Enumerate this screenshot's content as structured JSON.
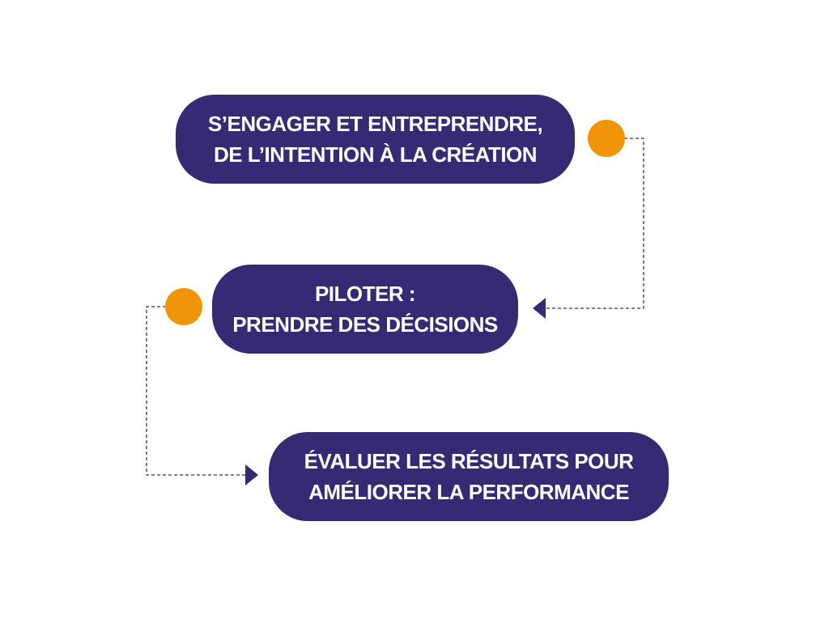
{
  "colors": {
    "pill_background": "#352a73",
    "pill_text": "#ffffff",
    "dot": "#f0950a",
    "connector": "#352a73"
  },
  "steps": [
    {
      "line1": "S’ENGAGER ET ENTREPRENDRE,",
      "line2": "DE L’INTENTION À LA CRÉATION"
    },
    {
      "line1": "PILOTER :",
      "line2": "PRENDRE DES DÉCISIONS"
    },
    {
      "line1": "ÉVALUER LES RÉSULTATS POUR",
      "line2": "AMÉLIORER LA PERFORMANCE"
    }
  ],
  "flow": [
    {
      "from": 1,
      "to": 2
    },
    {
      "from": 2,
      "to": 3
    }
  ]
}
